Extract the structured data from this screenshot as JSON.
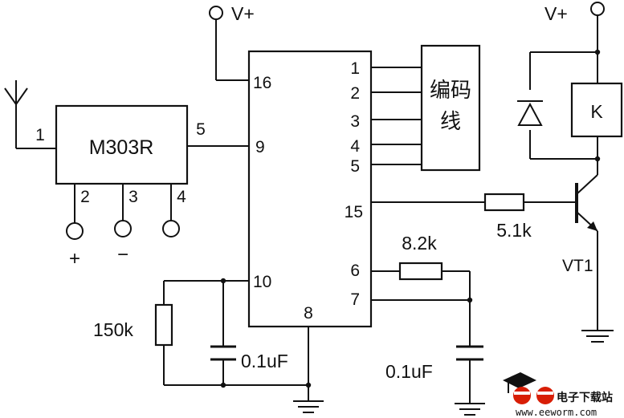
{
  "supply": {
    "top_left": "V+",
    "top_right": "V+"
  },
  "module": {
    "name": "M303R",
    "pins": [
      "1",
      "5",
      "2",
      "3",
      "4"
    ],
    "polarity_plus": "+",
    "polarity_minus": "−"
  },
  "ic": {
    "pins_left": [
      "16",
      "9",
      "10"
    ],
    "pins_right": [
      "1",
      "2",
      "3",
      "4",
      "5",
      "15",
      "6",
      "7"
    ],
    "pin_bottom": "8"
  },
  "encoder_box": {
    "line1": "编码",
    "line2": "线"
  },
  "relay": {
    "label": "K"
  },
  "components": {
    "r_base": "5.1k",
    "r_osc": "8.2k",
    "r_timing": "150k",
    "c_left": "0.1uF",
    "c_right": "0.1uF",
    "transistor": "VT1"
  },
  "watermark": {
    "brand_text": "电子下载站",
    "url": "www.eeworm.com"
  },
  "colors": {
    "line": "#111111",
    "watermark_red": "#d81e06"
  }
}
